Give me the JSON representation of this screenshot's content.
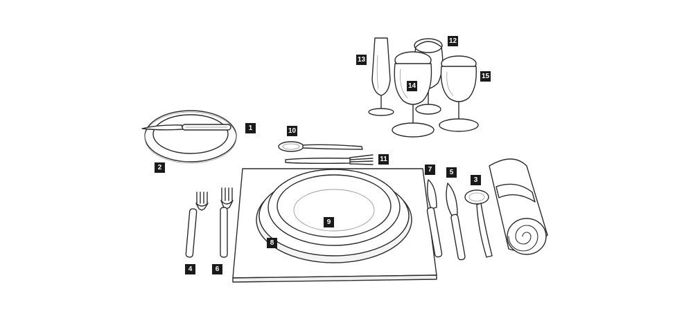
{
  "labels": [
    {
      "id": "bread-knife",
      "text": "1"
    },
    {
      "id": "bread-plate",
      "text": "2"
    },
    {
      "id": "soup-spoon",
      "text": "3"
    },
    {
      "id": "fish-fork",
      "text": "4"
    },
    {
      "id": "fish-knife",
      "text": "5"
    },
    {
      "id": "dinner-fork",
      "text": "6"
    },
    {
      "id": "dinner-knife",
      "text": "7"
    },
    {
      "id": "charger-plate",
      "text": "8"
    },
    {
      "id": "soup-plate",
      "text": "9"
    },
    {
      "id": "dessert-spoon",
      "text": "10"
    },
    {
      "id": "dessert-fork",
      "text": "11"
    },
    {
      "id": "water-glass",
      "text": "12"
    },
    {
      "id": "champagne-flute",
      "text": "13"
    },
    {
      "id": "red-wine-glass",
      "text": "14"
    },
    {
      "id": "white-wine-glass",
      "text": "15"
    }
  ],
  "colors": {
    "line": "#2a2a2a",
    "label_bg": "#1a1a1a",
    "label_text": "#ffffff",
    "background": "#ffffff"
  }
}
